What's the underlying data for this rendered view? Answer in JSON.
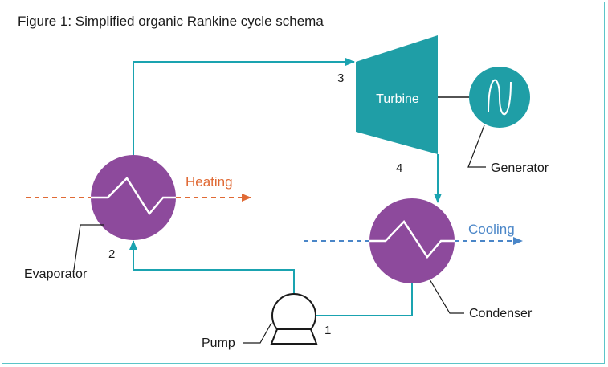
{
  "title": "Figure 1: Simplified organic Rankine cycle schema",
  "components": {
    "turbine": "Turbine",
    "generator": "Generator",
    "evaporator": "Evaporator",
    "condenser": "Condenser",
    "pump": "Pump"
  },
  "streams": {
    "heating": "Heating",
    "cooling": "Cooling"
  },
  "state_points": {
    "p1": "1",
    "p2": "2",
    "p3": "3",
    "p4": "4"
  },
  "colors": {
    "pipe": "#1aa3b0",
    "turbine": "#1f9ea6",
    "exchanger": "#8d4a9c",
    "heating": "#e06a35",
    "cooling": "#4a86c8",
    "frame": "#5bc4c8"
  }
}
